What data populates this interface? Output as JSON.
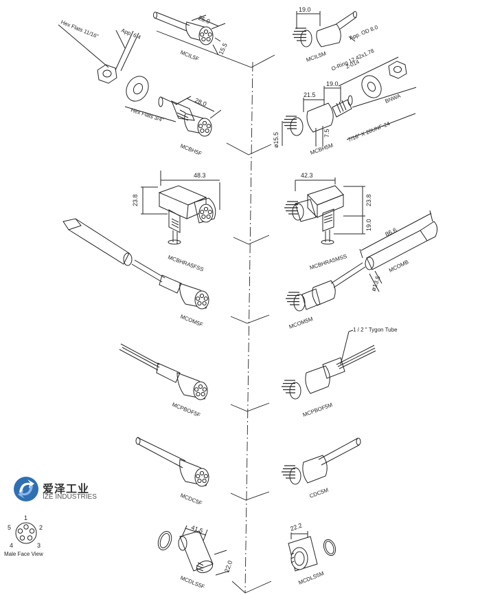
{
  "brand": {
    "name_zh": "爱泽工业",
    "name_en": "IZE INDUSTRIES",
    "colors": {
      "logo_blue": "#2f6fb3",
      "logo_light": "#8ab8e6",
      "line": "#222222"
    }
  },
  "male_face": {
    "caption": "Male Face View",
    "pins": [
      "1",
      "2",
      "3",
      "4",
      "5"
    ]
  },
  "connectors": {
    "mcil5f": {
      "label": "MCIL5F",
      "dims": [
        "25.0",
        "15.5"
      ]
    },
    "mcil5m": {
      "label": "MCIL5M",
      "dims": [
        "19.0"
      ],
      "note": "App. OD 8.0"
    },
    "hex_small": {
      "note_flats": "Hex Flats 11/16\"",
      "note_app": "App. 6.4"
    },
    "mcbh5f": {
      "label": "MCBH5F",
      "dims": [
        "28.0"
      ],
      "note": "Hex Flats 3/4\""
    },
    "mcbh5m": {
      "label": "MCBH5M",
      "dims": [
        "21.5",
        "19.0",
        "7.5",
        "ø15.5"
      ],
      "note_oring": "O-Ring 12.42x1.78",
      "note_oring2": "2-014",
      "note_washer": "BNWA",
      "note_thread": "7/16\" X 20UNF-24"
    },
    "mcbhra5fss": {
      "label": "MCBHRA5FSS",
      "dims": [
        "48.3",
        "23.8"
      ]
    },
    "mcbhra5mss": {
      "label": "MCBHRA5MSS",
      "dims": [
        "42.3",
        "23.8",
        "19.0"
      ]
    },
    "mcom5f": {
      "label": "MCOM5F"
    },
    "mcomb": {
      "label": "MCOMB",
      "dims": [
        "86.6",
        "ø13.5"
      ]
    },
    "mcom5m": {
      "label": "MCOM5M"
    },
    "mcpbof5f": {
      "label": "MCPBOF5F"
    },
    "mcpbof5m": {
      "label": "MCPBOF5M",
      "note": "1 / 2 \" Tygon Tube"
    },
    "mcdc5f": {
      "label": "MCDC5F"
    },
    "cdc5m": {
      "label": "CDC5M"
    },
    "mcdls5f": {
      "label": "MCDLS5F",
      "dims": [
        "41.5",
        "22.0"
      ]
    },
    "mcdls5m": {
      "label": "MCDLS5M",
      "dims": [
        "22.2"
      ]
    }
  }
}
